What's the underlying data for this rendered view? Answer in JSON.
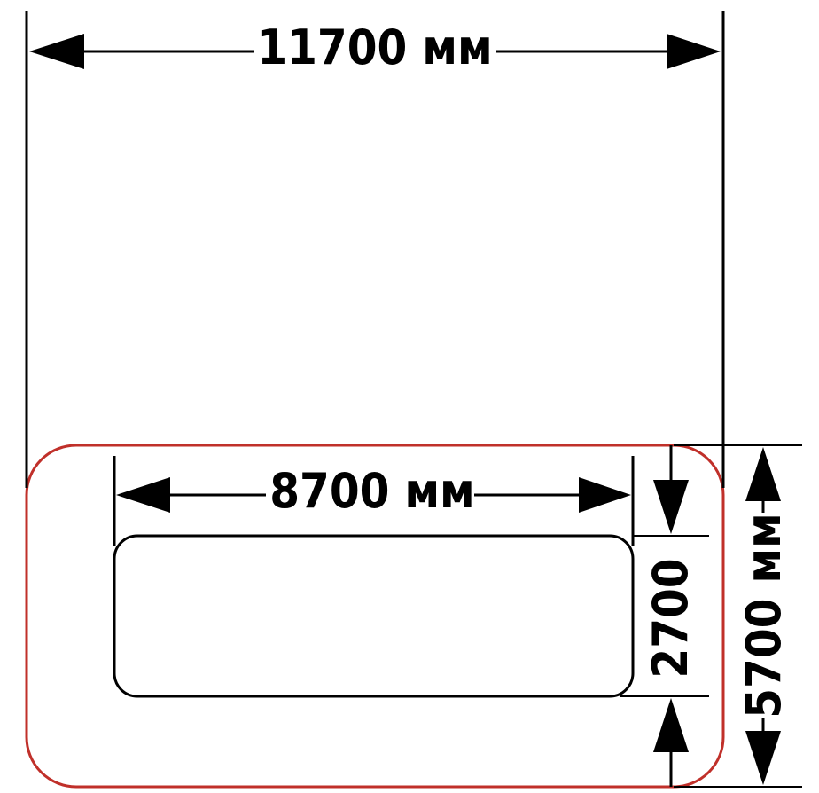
{
  "dimensions": {
    "overall_length": "11700 мм",
    "inner_length": "8700 мм",
    "inner_width": "2700",
    "overall_width": "5700 мм"
  },
  "colors": {
    "outer_outline": "#c0302a",
    "lines": "#000000",
    "background": "#ffffff"
  }
}
